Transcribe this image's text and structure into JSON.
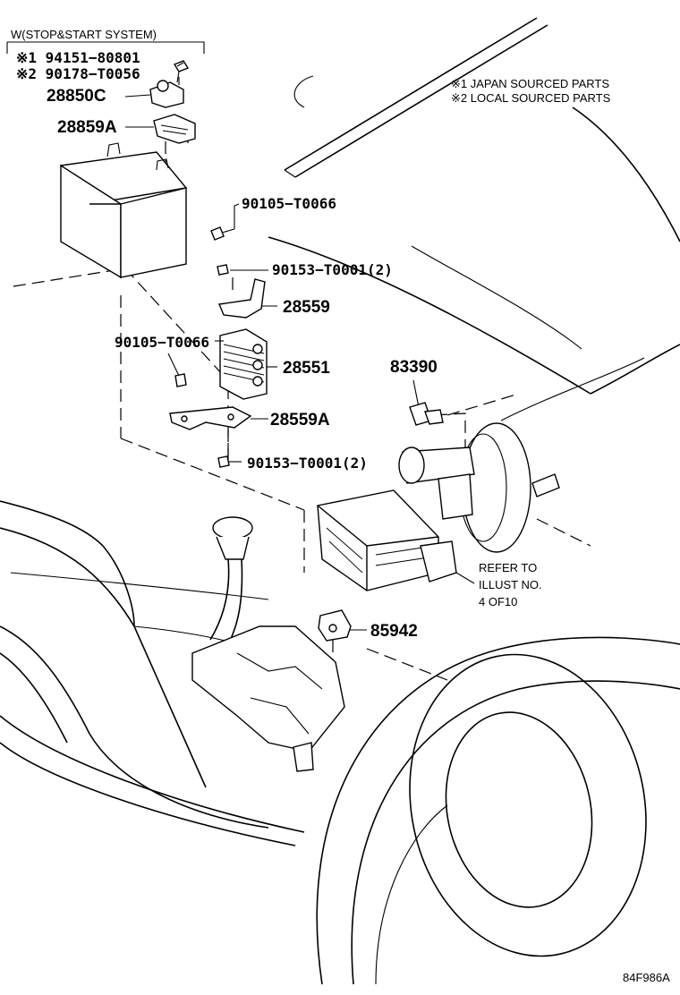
{
  "header": {
    "condition_label": "W(STOP&START SYSTEM)"
  },
  "legend": {
    "note1": "※1 JAPAN SOURCED PARTS",
    "note2": "※2 LOCAL SOURCED PARTS"
  },
  "parts": {
    "p94151": "※1 94151−80801",
    "p90178": "※2 90178−T0056",
    "p28850C": "28850C",
    "p28859A": "28859A",
    "p90105_top": "90105−T0066",
    "p90153_top": "90153−T0001(2)",
    "p28559": "28559",
    "p90105_left": "90105−T0066",
    "p28551": "28551",
    "p83390": "83390",
    "p28559A": "28559A",
    "p90153_bottom": "90153−T0001(2)",
    "p85942": "85942"
  },
  "reference": {
    "line1": "REFER TO",
    "line2": "ILLUST NO.",
    "line3": "4 OF10"
  },
  "footer": {
    "illustration_id": "84F986A"
  }
}
